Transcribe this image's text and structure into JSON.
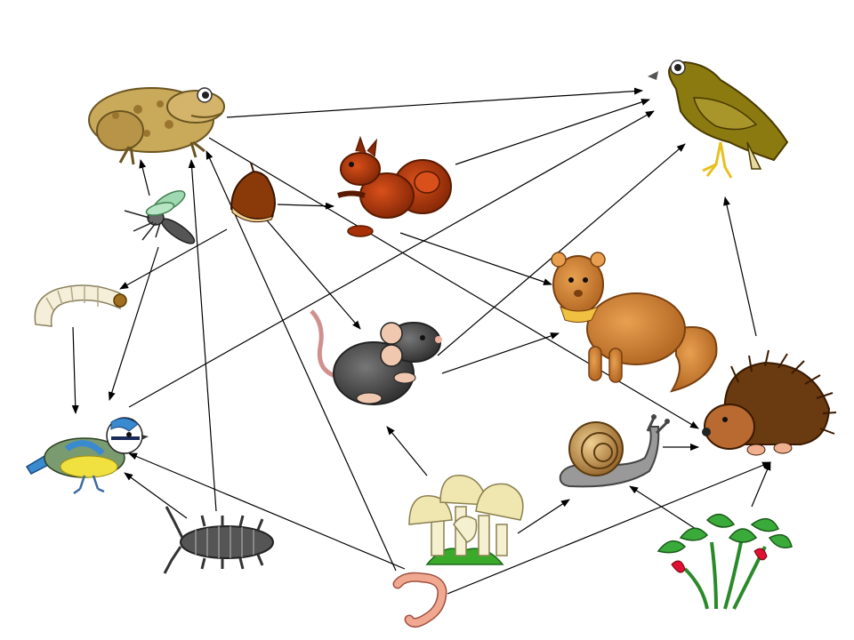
{
  "diagram": {
    "type": "food-web",
    "organisms": [
      {
        "id": "toad",
        "icon": "toad-icon"
      },
      {
        "id": "hawk",
        "icon": "hawk-icon"
      },
      {
        "id": "red-squirrel",
        "icon": "red-squirrel-icon"
      },
      {
        "id": "chestnut",
        "icon": "chestnut-icon"
      },
      {
        "id": "mosquito",
        "icon": "mosquito-icon"
      },
      {
        "id": "grub",
        "icon": "grub-icon"
      },
      {
        "id": "blue-tit",
        "icon": "blue-tit-icon"
      },
      {
        "id": "mouse",
        "icon": "mouse-icon"
      },
      {
        "id": "marten",
        "icon": "marten-icon"
      },
      {
        "id": "hedgehog",
        "icon": "hedgehog-icon"
      },
      {
        "id": "snail",
        "icon": "snail-icon"
      },
      {
        "id": "mushrooms",
        "icon": "mushrooms-icon"
      },
      {
        "id": "woodlouse",
        "icon": "woodlouse-icon"
      },
      {
        "id": "earthworm",
        "icon": "earthworm-icon"
      },
      {
        "id": "strawberry-plant",
        "icon": "strawberry-plant-icon"
      }
    ],
    "links": [
      {
        "from": "toad",
        "to": "hawk"
      },
      {
        "from": "red-squirrel",
        "to": "hawk"
      },
      {
        "from": "blue-tit",
        "to": "hawk"
      },
      {
        "from": "mouse",
        "to": "hawk"
      },
      {
        "from": "hedgehog",
        "to": "hawk"
      },
      {
        "from": "chestnut",
        "to": "red-squirrel"
      },
      {
        "from": "chestnut",
        "to": "mouse"
      },
      {
        "from": "mosquito",
        "to": "toad"
      },
      {
        "from": "mosquito",
        "to": "blue-tit"
      },
      {
        "from": "woodlouse",
        "to": "toad"
      },
      {
        "from": "woodlouse",
        "to": "blue-tit"
      },
      {
        "from": "earthworm",
        "to": "toad"
      },
      {
        "from": "earthworm",
        "to": "blue-tit"
      },
      {
        "from": "earthworm",
        "to": "hedgehog"
      },
      {
        "from": "chestnut",
        "to": "grub"
      },
      {
        "from": "grub",
        "to": "blue-tit"
      },
      {
        "from": "toad",
        "to": "hedgehog"
      },
      {
        "from": "red-squirrel",
        "to": "marten"
      },
      {
        "from": "mouse",
        "to": "marten"
      },
      {
        "from": "snail",
        "to": "hedgehog"
      },
      {
        "from": "mushrooms",
        "to": "snail"
      },
      {
        "from": "mushrooms",
        "to": "mouse"
      },
      {
        "from": "strawberry-plant",
        "to": "snail"
      },
      {
        "from": "strawberry-plant",
        "to": "hedgehog"
      }
    ],
    "colors": {
      "arrow": "#000000",
      "toad": "#c9a95a",
      "hawk": "#8a7a10",
      "red-squirrel": "#b83a10",
      "marten": "#c87830",
      "mouse": "#555555",
      "hedgehog": "#8a4a1a",
      "blue-tit": "#3a8ad0",
      "strawberry": "#dd1133",
      "leaf": "#2a9a2a"
    }
  }
}
